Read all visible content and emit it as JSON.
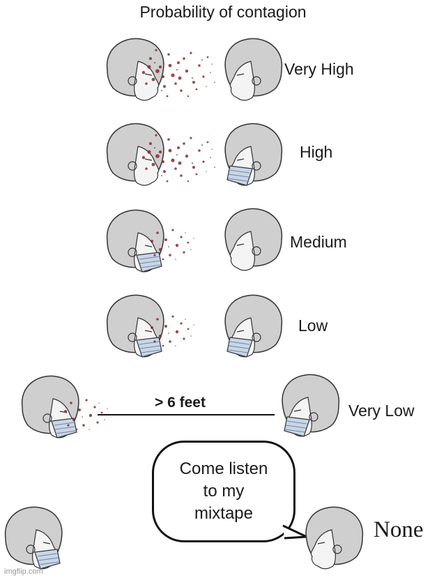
{
  "title": "Probability of contagion",
  "rows": [
    {
      "label": "Very High"
    },
    {
      "label": "High"
    },
    {
      "label": "Medium"
    },
    {
      "label": "Low"
    },
    {
      "label": "Very  Low"
    }
  ],
  "distance_label": "> 6 feet",
  "speech_bubble": "Come listen\nto my\nmixtape",
  "none_label": "None",
  "watermark": "imgflip.com",
  "colors": {
    "droplets": "#8a2a2a",
    "mask": "#9bb3cf",
    "hair": "#c9c9c9",
    "outline": "#333333"
  }
}
